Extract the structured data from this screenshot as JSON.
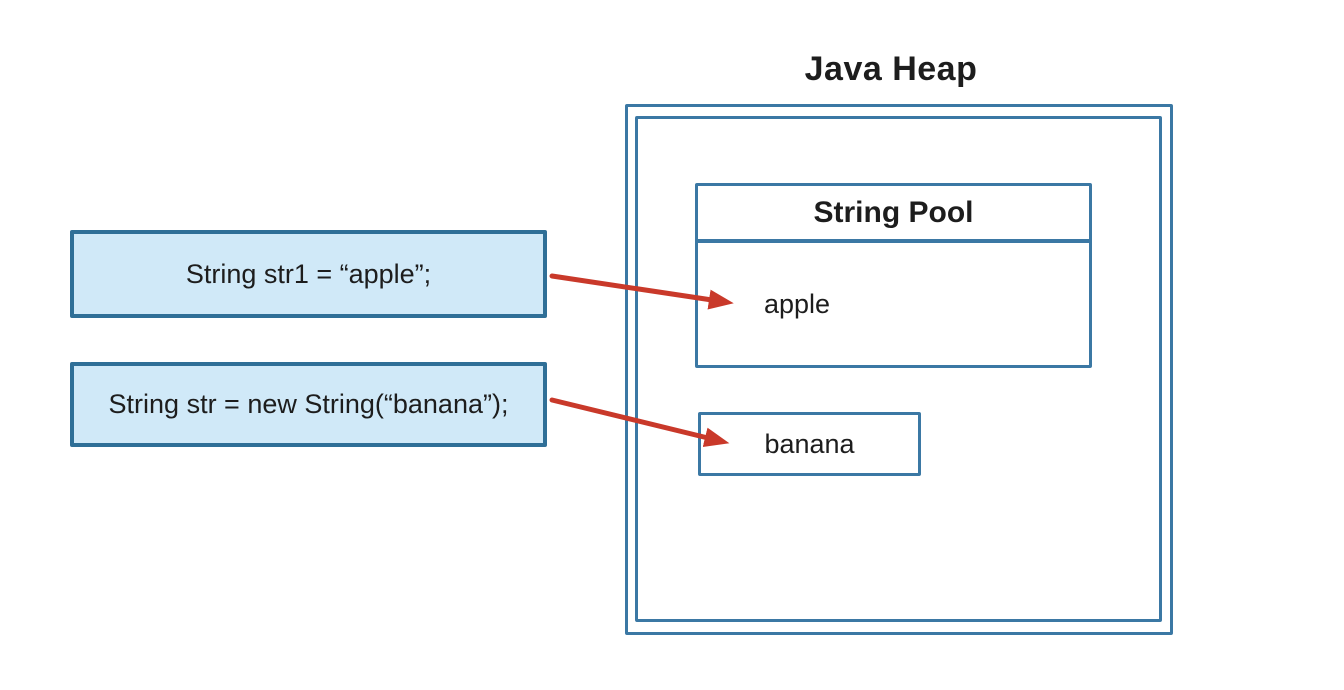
{
  "title": "Java Heap",
  "code_boxes": [
    {
      "label": "String str1 = “apple”;"
    },
    {
      "label": "String str = new String(“banana”);"
    }
  ],
  "string_pool": {
    "title": "String Pool",
    "entries": [
      "apple"
    ]
  },
  "heap_objects": [
    "banana"
  ],
  "colors": {
    "border-blue": "#3b78a4",
    "code-border-blue": "#2f6f97",
    "fill-blue": "#d0e9f8",
    "arrow-red": "#c9392a",
    "text": "#1d1d1d"
  }
}
